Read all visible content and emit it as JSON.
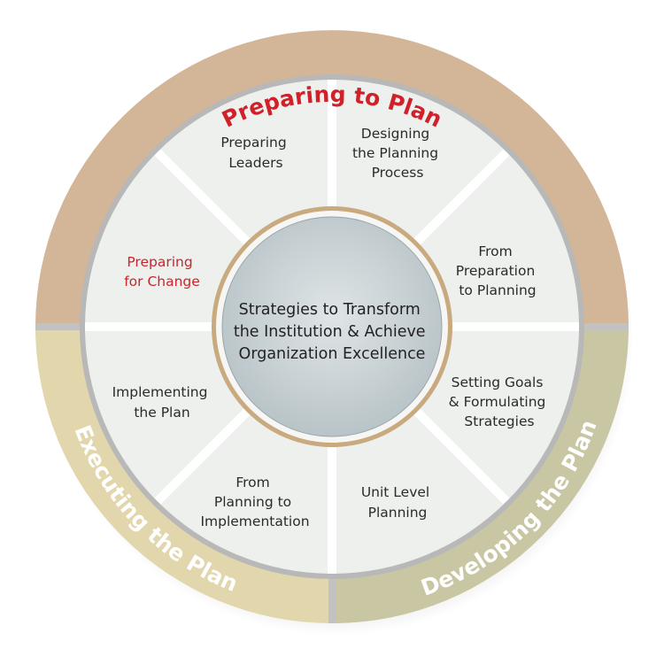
{
  "center": {
    "lines": [
      "Strategies to Transform",
      "the Institution & Achieve",
      "Organization Excellence"
    ]
  },
  "phases": {
    "preparing": "Preparing to Plan",
    "executing": "Executing the Plan",
    "developing": "Developing the Plan"
  },
  "segments": [
    {
      "lines": [
        "Preparing",
        "Leaders"
      ]
    },
    {
      "lines": [
        "Designing",
        "the Planning",
        "Process"
      ]
    },
    {
      "lines": [
        "From",
        "Preparation",
        "to Planning"
      ]
    },
    {
      "lines": [
        "Setting Goals",
        "& Formulating",
        "Strategies"
      ]
    },
    {
      "lines": [
        "Unit Level",
        "Planning"
      ]
    },
    {
      "lines": [
        "From",
        "Planning to",
        "Implementation"
      ]
    },
    {
      "lines": [
        "Implementing",
        "the Plan"
      ]
    },
    {
      "lines": [
        "Preparing",
        "for Change"
      ],
      "highlight": true
    }
  ],
  "colors": {
    "preparing_ring": "#d3b597",
    "executing_ring": "#e2d6ad",
    "developing_ring": "#c8c6a3",
    "segment_fill": "#edf0ed",
    "hub_fill": "#cdd6d8",
    "highlight_text": "#c8262d",
    "title_text": "#d0202a"
  }
}
